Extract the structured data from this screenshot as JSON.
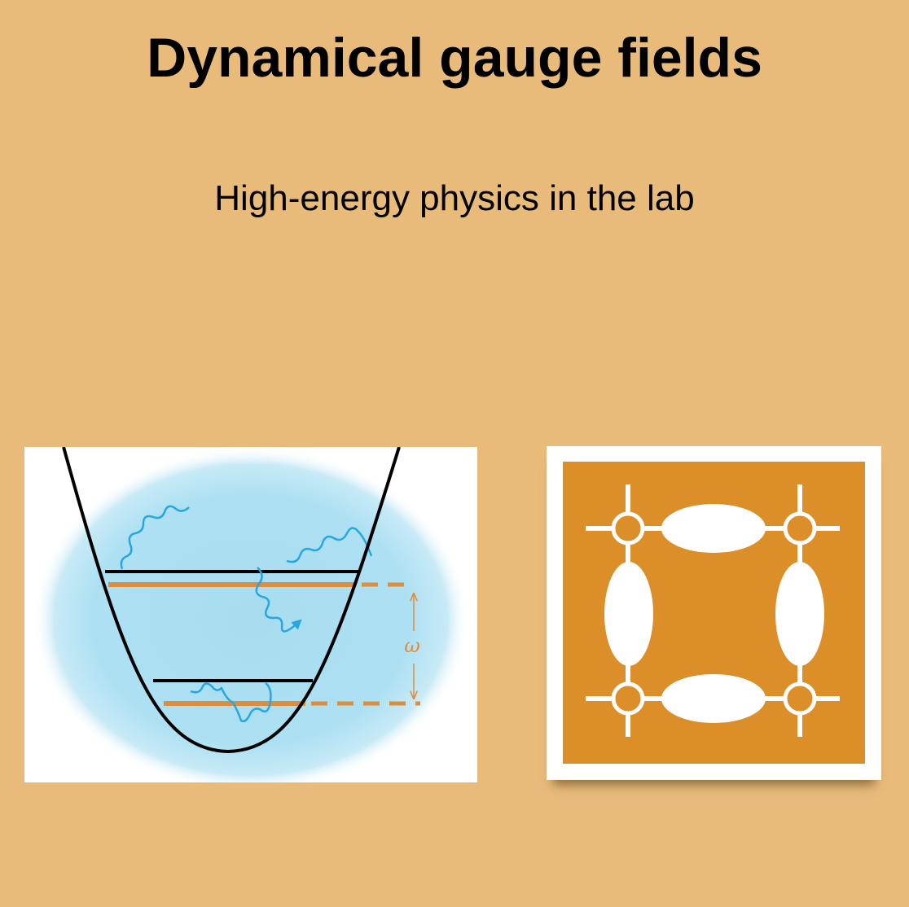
{
  "slide": {
    "title": "Dynamical gauge fields",
    "subtitle": "High-energy physics in the lab"
  },
  "trap_diagram": {
    "energy_gap_label": "ω"
  },
  "colors": {
    "background": "#e8bb7b",
    "cloud_blue": "#a8dcef",
    "photon_blue": "#27a6df",
    "level_orange": "#dc8e3e",
    "lattice_fill": "#dc8e29",
    "ink": "#000000"
  }
}
